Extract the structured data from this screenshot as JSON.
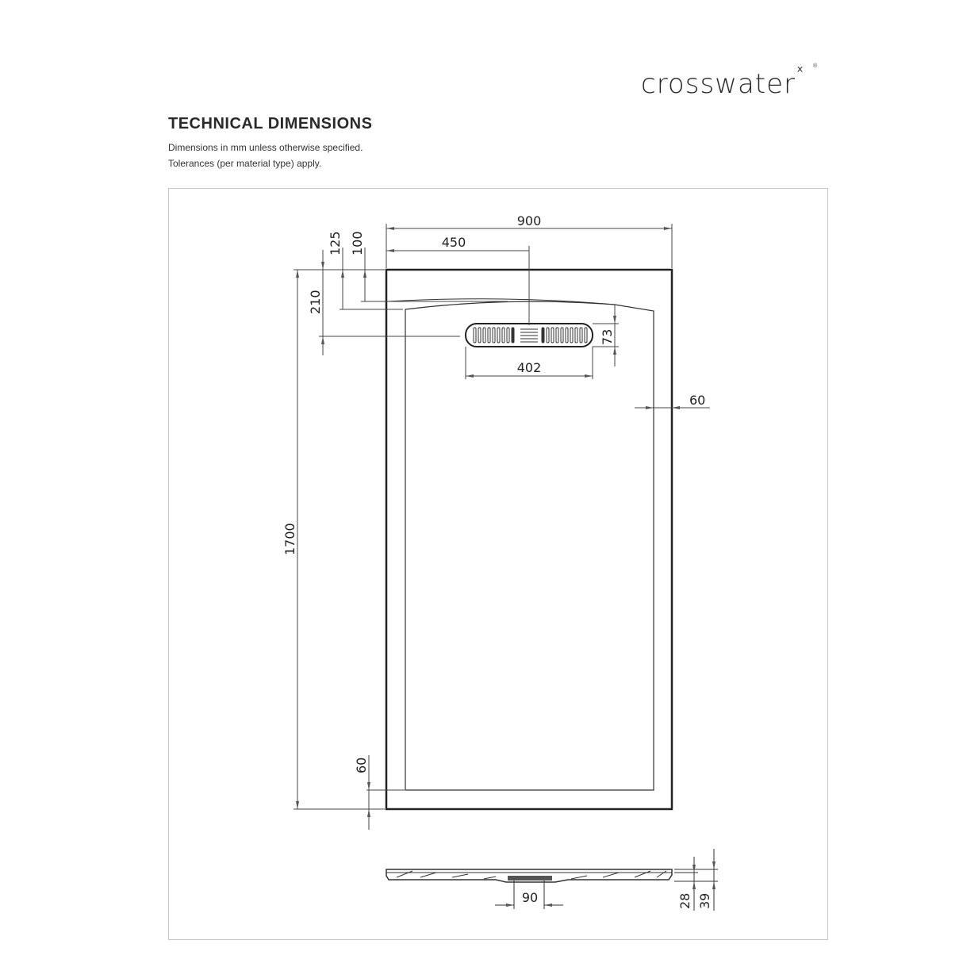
{
  "brand": {
    "logo_text": "crosswater",
    "logo_mark": "ˣ",
    "registered": "®"
  },
  "header": {
    "title": "TECHNICAL DIMENSIONS",
    "subtitle_1": "Dimensions in mm unless otherwise specified.",
    "subtitle_2": "Tolerances (per material type) apply."
  },
  "drawing": {
    "plan_view": {
      "overall_width": "900",
      "drain_center_offset": "450",
      "overall_length": "1700",
      "drain_top_offset_125": "125",
      "drain_top_offset_100": "100",
      "drain_center_from_top": "210",
      "drain_height": "73",
      "drain_length": "402",
      "side_border": "60",
      "bottom_border": "60"
    },
    "side_view": {
      "waste_diameter": "90",
      "tray_height_28": "28",
      "tray_height_39": "39"
    }
  }
}
